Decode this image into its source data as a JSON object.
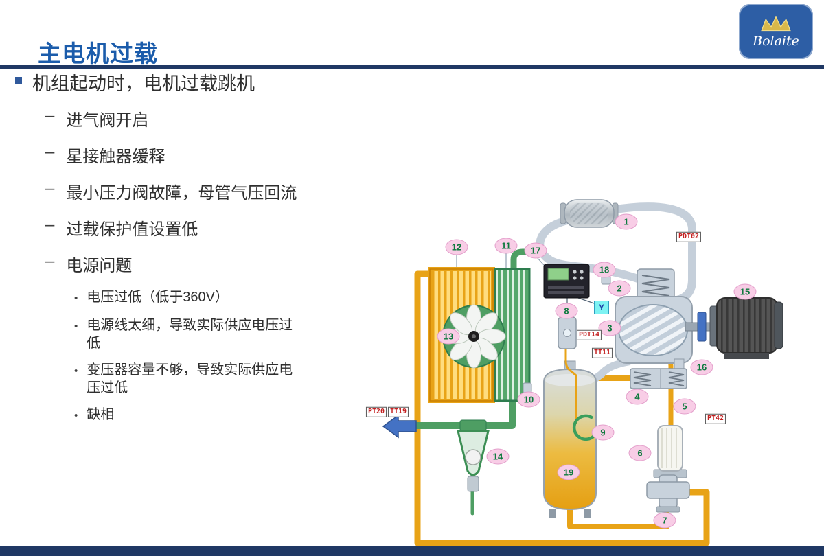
{
  "slide": {
    "title": "主电机过载",
    "logo_text": "Bolaite",
    "bullet_l1": "机组起动时，电机过载跳机",
    "bullets_l2": [
      "进气阀开启",
      "星接触器缓释",
      "最小压力阀故障，母管气压回流",
      "过载保护值设置低",
      "电源问题"
    ],
    "bullets_l3": [
      "电压过低（低于360V）",
      "电源线太细，导致实际供应电压过低",
      "变压器容量不够，导致实际供应电压过低",
      "缺相"
    ]
  },
  "diagram": {
    "badges": [
      "1",
      "2",
      "3",
      "4",
      "5",
      "6",
      "7",
      "8",
      "9",
      "10",
      "11",
      "12",
      "13",
      "14",
      "15",
      "16",
      "17",
      "18",
      "19"
    ],
    "sensors": [
      "PDT02",
      "PDT14",
      "TT11",
      "PT20",
      "TT19",
      "PT42"
    ],
    "y_label": "Y",
    "colors": {
      "oil_pipe": "#E8A317",
      "air_pipe": "#4E9E63",
      "intake_pipe": "#C5CFDA",
      "badge_bg": "#F8CDE6",
      "sensor_text": "#C42222",
      "accent_navy": "#1F3864",
      "title_blue": "#1B5CAB"
    }
  }
}
